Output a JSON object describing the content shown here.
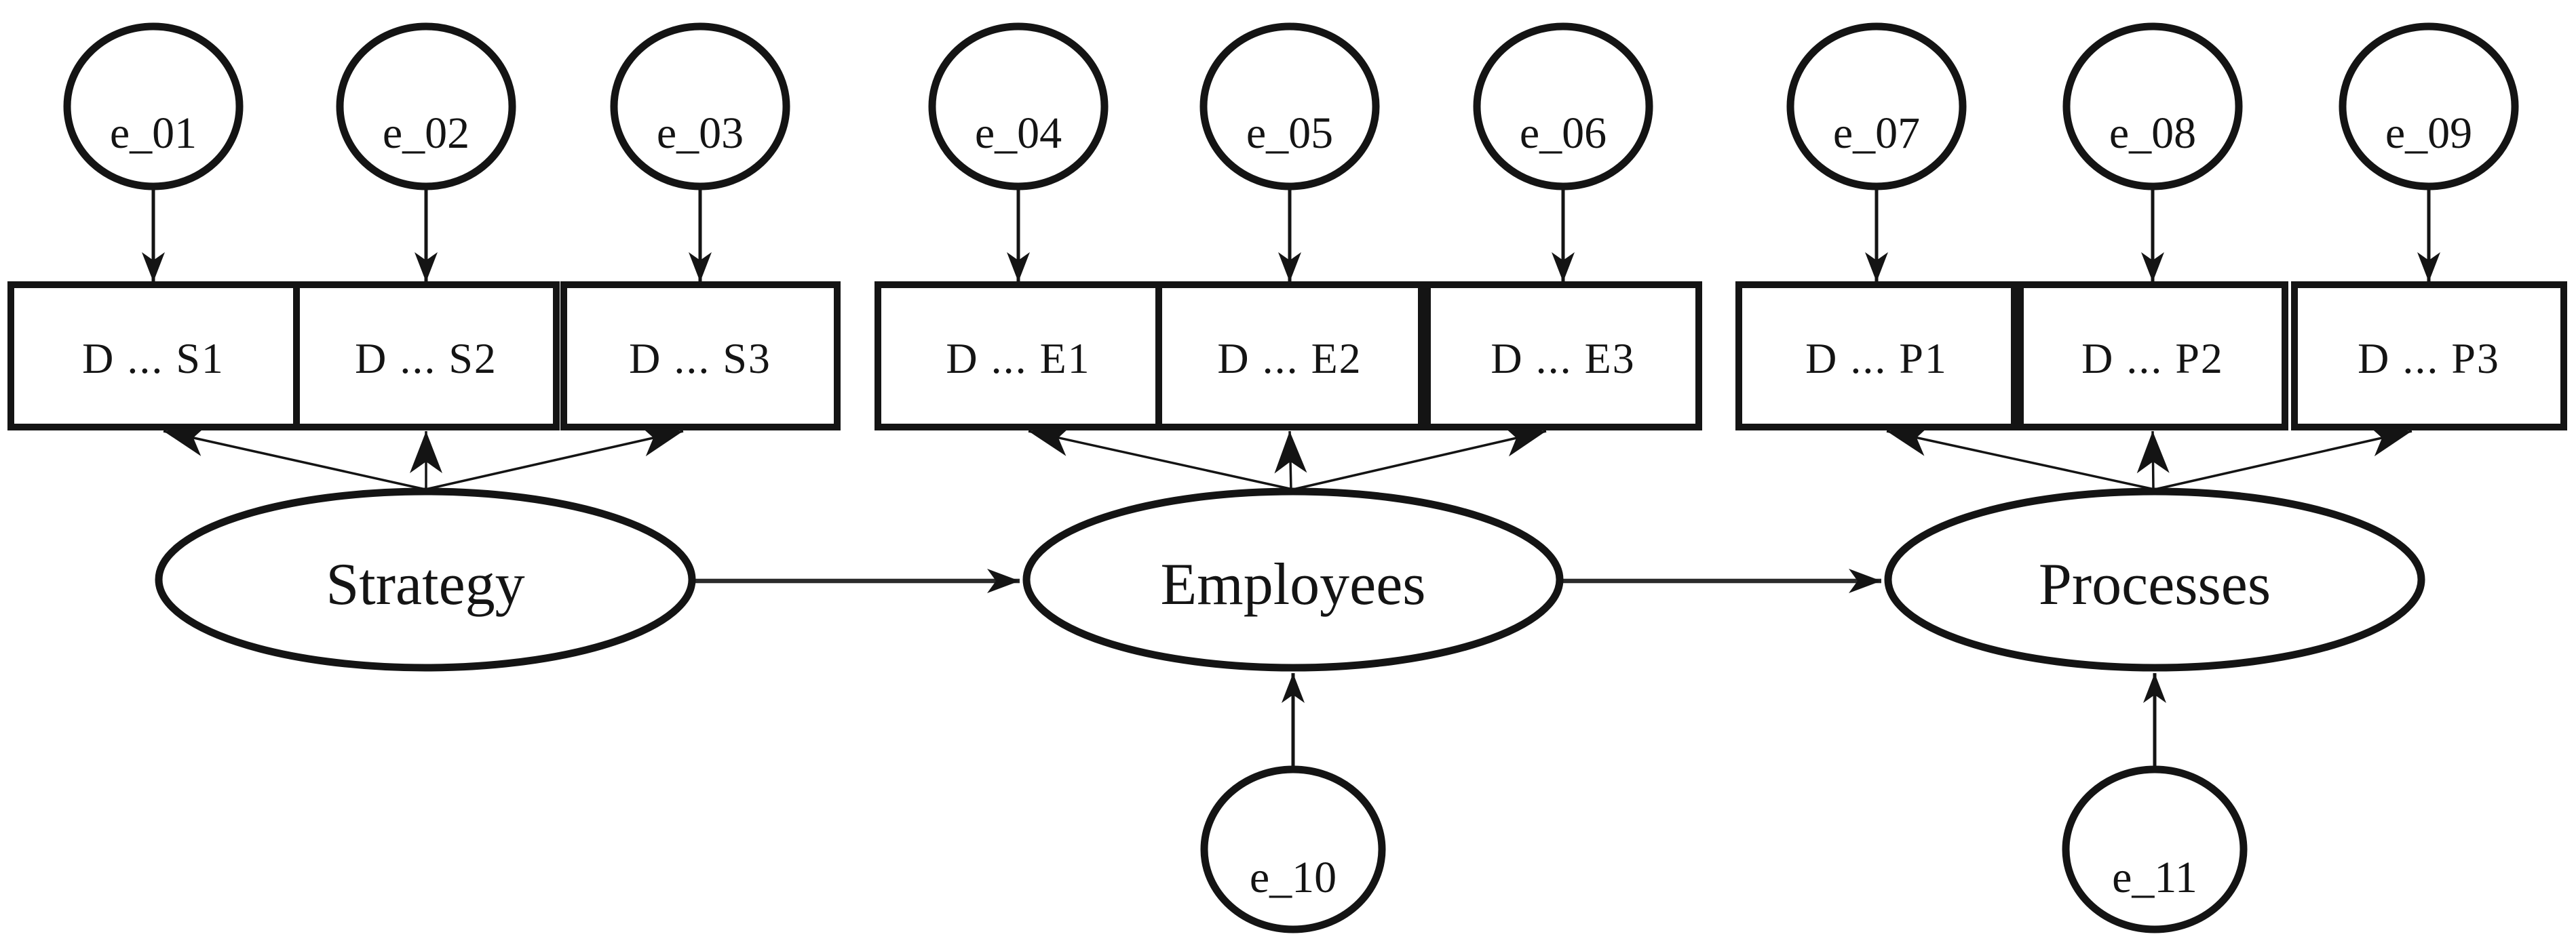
{
  "diagram": {
    "type": "sem-path-diagram",
    "background_color": "#ffffff",
    "stroke_color": "#141414",
    "error_terms_top": [
      {
        "label": "e_01"
      },
      {
        "label": "e_02"
      },
      {
        "label": "e_03"
      },
      {
        "label": "e_04"
      },
      {
        "label": "e_05"
      },
      {
        "label": "e_06"
      },
      {
        "label": "e_07"
      },
      {
        "label": "e_08"
      },
      {
        "label": "e_09"
      }
    ],
    "indicators": [
      {
        "label": "D ... S1"
      },
      {
        "label": "D ... S2"
      },
      {
        "label": "D ... S3"
      },
      {
        "label": "D ... E1"
      },
      {
        "label": "D ... E2"
      },
      {
        "label": "D ... E3"
      },
      {
        "label": "D ... P1"
      },
      {
        "label": "D ... P2"
      },
      {
        "label": "D ... P3"
      }
    ],
    "latents": [
      {
        "label": "Strategy"
      },
      {
        "label": "Employees"
      },
      {
        "label": "Processes"
      }
    ],
    "error_terms_bottom": [
      {
        "label": "e_10"
      },
      {
        "label": "e_11"
      }
    ],
    "edges": {
      "structural": [
        {
          "from": "Strategy",
          "to": "Employees"
        },
        {
          "from": "Employees",
          "to": "Processes"
        }
      ],
      "loadings": [
        {
          "from": "Strategy",
          "to": [
            "D ... S1",
            "D ... S2",
            "D ... S3"
          ]
        },
        {
          "from": "Employees",
          "to": [
            "D ... E1",
            "D ... E2",
            "D ... E3"
          ]
        },
        {
          "from": "Processes",
          "to": [
            "D ... P1",
            "D ... P2",
            "D ... P3"
          ]
        }
      ],
      "error_paths": [
        {
          "from": "e_01",
          "to": "D ... S1"
        },
        {
          "from": "e_02",
          "to": "D ... S2"
        },
        {
          "from": "e_03",
          "to": "D ... S3"
        },
        {
          "from": "e_04",
          "to": "D ... E1"
        },
        {
          "from": "e_05",
          "to": "D ... E2"
        },
        {
          "from": "e_06",
          "to": "D ... E3"
        },
        {
          "from": "e_07",
          "to": "D ... P1"
        },
        {
          "from": "e_08",
          "to": "D ... P2"
        },
        {
          "from": "e_09",
          "to": "D ... P3"
        },
        {
          "from": "e_10",
          "to": "Employees"
        },
        {
          "from": "e_11",
          "to": "Processes"
        }
      ]
    }
  }
}
